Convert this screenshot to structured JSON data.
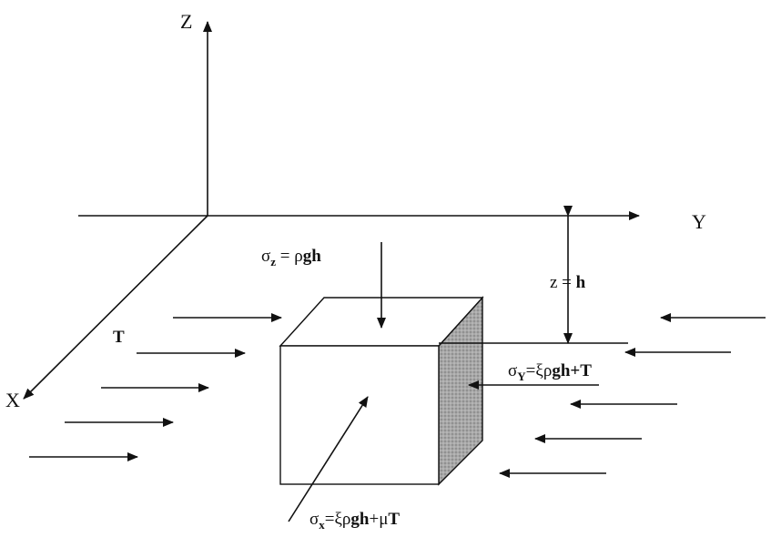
{
  "axes": {
    "z_label": "Z",
    "y_label": "Y",
    "x_label": "X"
  },
  "labels": {
    "sigma_z": {
      "symbol": "σ",
      "subscript": "z",
      "eq": " = ρ",
      "bold": "gh"
    },
    "depth": {
      "prefix": "z = ",
      "bold": "h"
    },
    "tension": "T",
    "sigma_y": {
      "symbol": "σ",
      "subscript": "Y",
      "eq": "=ξρ",
      "bold1": "gh",
      "plus": "+",
      "bold2": "T"
    },
    "sigma_x": {
      "symbol": "σ",
      "subscript": "x",
      "eq": "=ξρ",
      "bold1": "gh",
      "plus": "+μ",
      "bold2": "T"
    }
  },
  "colors": {
    "ink": "#111111",
    "shade": "#9a9a9a",
    "background": "#ffffff"
  }
}
